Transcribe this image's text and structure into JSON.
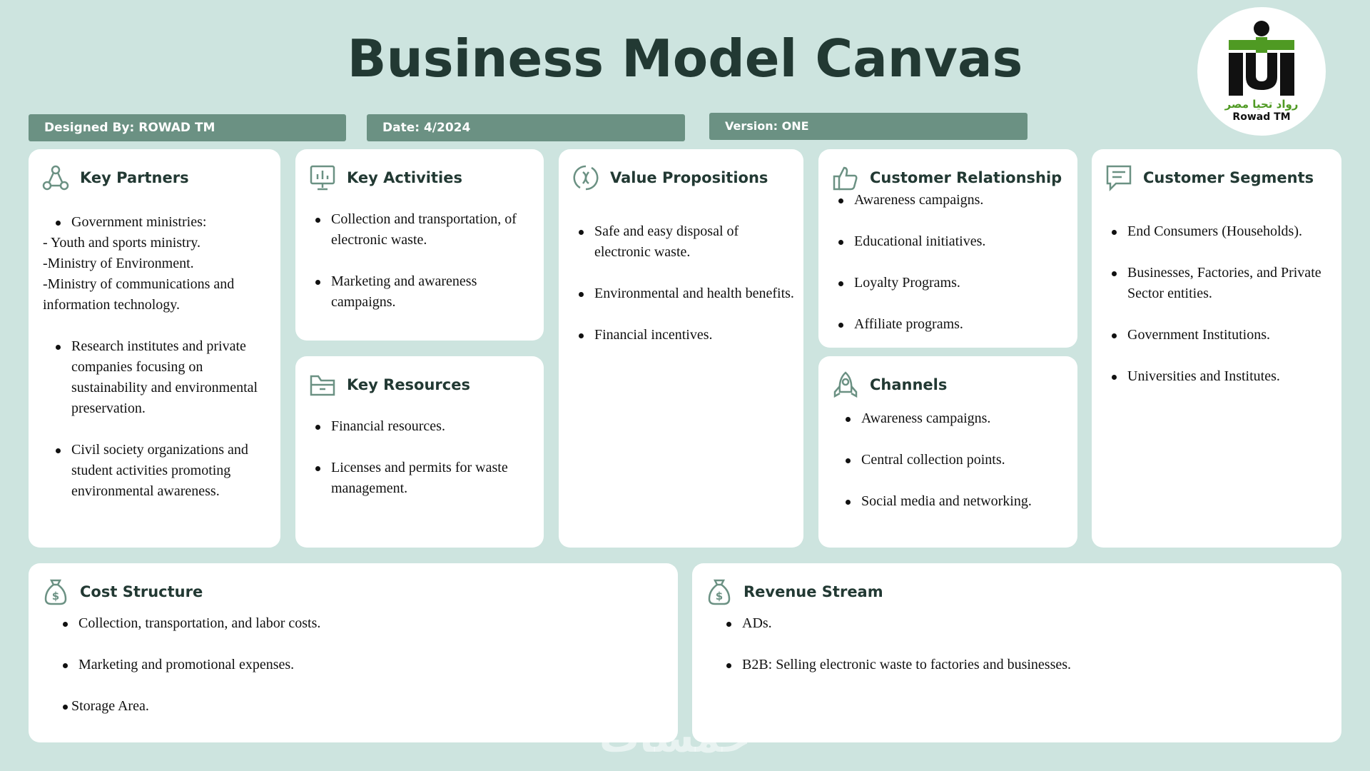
{
  "header": {
    "title": "Business Model Canvas",
    "designed_by": "Designed By: ROWAD TM",
    "date": "Date: 4/2024",
    "version": "Version: ONE"
  },
  "logo": {
    "arabic_text": "رواد تحيا مصر",
    "english_text": "Rowad TM"
  },
  "key_partners": {
    "title": "Key Partners",
    "lead": "Government ministries:",
    "sub_lines": [
      "- Youth and sports ministry.",
      "-Ministry of Environment.",
      "-Ministry of communications and information technology."
    ],
    "items": [
      "Research institutes and private companies focusing on sustainability and environmental preservation.",
      "Civil society organizations and student activities promoting environmental awareness."
    ]
  },
  "key_activities": {
    "title": "Key Activities",
    "items": [
      "Collection and transportation, of electronic waste.",
      "Marketing and awareness campaigns."
    ]
  },
  "key_resources": {
    "title": "Key Resources",
    "items": [
      "Financial resources.",
      "Licenses and permits for waste management."
    ]
  },
  "value_propositions": {
    "title": "Value Propositions",
    "items": [
      "Safe and easy disposal of electronic waste.",
      "Environmental and health benefits.",
      "Financial incentives."
    ]
  },
  "customer_relationship": {
    "title": "Customer Relationship",
    "items": [
      "Awareness campaigns.",
      "Educational initiatives.",
      "Loyalty Programs.",
      "Affiliate programs."
    ]
  },
  "channels": {
    "title": "Channels",
    "items": [
      "Awareness campaigns.",
      "Central collection points.",
      "Social media and networking."
    ]
  },
  "customer_segments": {
    "title": "Customer Segments",
    "items": [
      "End Consumers (Households).",
      "Businesses, Factories, and Private Sector entities.",
      "Government Institutions.",
      "Universities and Institutes."
    ]
  },
  "cost_structure": {
    "title": "Cost Structure",
    "items": [
      "Collection, transportation, and labor costs.",
      "Marketing and promotional expenses.",
      "Storage Area."
    ]
  },
  "revenue_stream": {
    "title": "Revenue Stream",
    "items": [
      "ADs.",
      "B2B: Selling electronic waste to factories and businesses."
    ]
  },
  "watermark": "خمسات",
  "colors": {
    "background": "#cde4df",
    "pill": "#6b9183",
    "title": "#223933",
    "icon": "#6b9183",
    "logo_green": "#4f9a23"
  }
}
